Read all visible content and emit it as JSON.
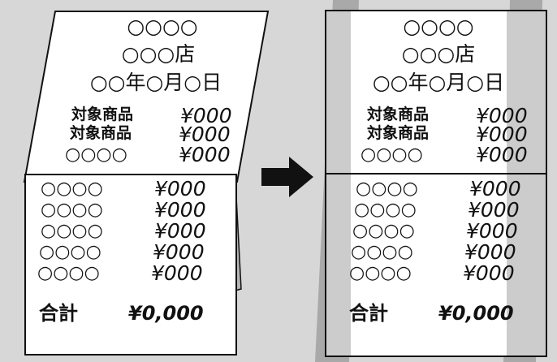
{
  "left_receipt": {
    "header": [
      "○○○○",
      "○○○店",
      "○○年○月○日"
    ],
    "upper_items": [
      {
        "name": "対象商品",
        "price": "¥000"
      },
      {
        "name": "対象商品",
        "price": "¥000"
      },
      {
        "name": "○○○○",
        "price": "¥000"
      }
    ],
    "lower_items": [
      {
        "name": "○○○○",
        "price": "¥000"
      },
      {
        "name": "○○○○",
        "price": "¥000"
      },
      {
        "name": "○○○○",
        "price": "¥000"
      },
      {
        "name": "○○○○",
        "price": "¥000"
      },
      {
        "name": "○○○○",
        "price": "¥000"
      }
    ],
    "total_label": "合計",
    "total_value": "¥0,000"
  },
  "right_receipt": {
    "header": [
      "○○○○",
      "○○○店",
      "○○年○月○日"
    ],
    "upper_items": [
      {
        "name": "対象商品",
        "price": "¥000"
      },
      {
        "name": "対象商品",
        "price": "¥000"
      },
      {
        "name": "○○○○",
        "price": "¥000"
      }
    ],
    "lower_items": [
      {
        "name": "○○○○",
        "price": "¥000"
      },
      {
        "name": "○○○○",
        "price": "¥000"
      },
      {
        "name": "○○○○",
        "price": "¥000"
      },
      {
        "name": "○○○○",
        "price": "¥000"
      },
      {
        "name": "○○○○",
        "price": "¥000"
      }
    ],
    "total_label": "合計",
    "total_value": "¥0,000"
  },
  "colors": {
    "background": "#d7d7d7",
    "paper": "#ffffff",
    "stripe": "#aaaaaa",
    "ink": "#111111",
    "fold_shadow": "#b5b5b5"
  }
}
